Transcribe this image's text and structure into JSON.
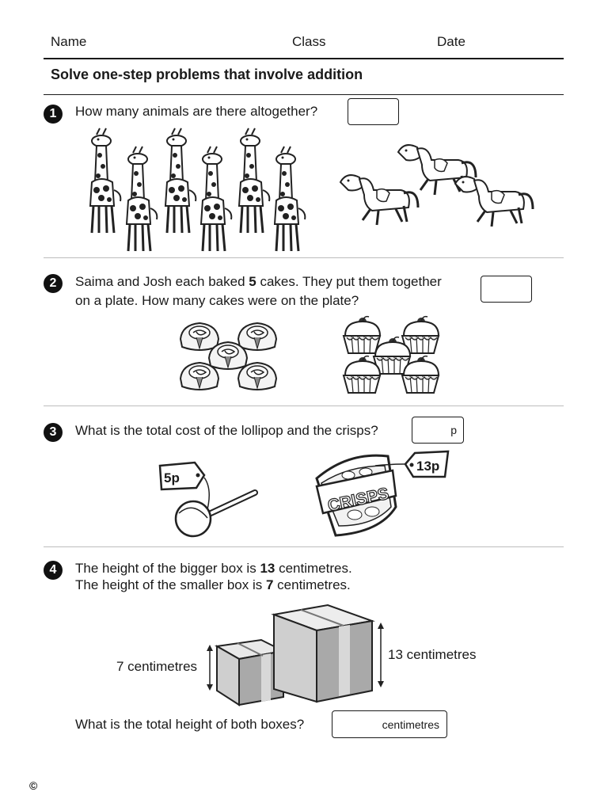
{
  "header": {
    "name_label": "Name",
    "class_label": "Class",
    "date_label": "Date"
  },
  "worksheet_title": "Solve one-step problems that involve addition",
  "questions": [
    {
      "number": "1",
      "text": "How many animals are there altogether?",
      "answer_unit": "",
      "counts": {
        "giraffes": 6,
        "horses": 3
      }
    },
    {
      "number": "2",
      "line1_pre": "Saima and Josh each baked ",
      "line1_bold": "5",
      "line1_post": " cakes.  They put them together",
      "line2": "on a plate. How many cakes were on the plate?",
      "answer_unit": "",
      "counts": {
        "buns": 5,
        "cupcakes": 5
      }
    },
    {
      "number": "3",
      "text": "What is the total cost of the lollipop and the crisps?",
      "answer_unit": "p",
      "lollipop_tag": "5p",
      "crisps_tag": "13p",
      "crisps_label": "CRISPS"
    },
    {
      "number": "4",
      "line1_pre": "The height of the bigger box is ",
      "line1_bold": "13",
      "line1_post": " centimetres.",
      "line2_pre": "The height of the smaller box is ",
      "line2_bold": "7",
      "line2_post": " centimetres.",
      "small_label": "7 centimetres",
      "big_label": "13 centimetres",
      "question": "What is the total height of both boxes?",
      "answer_unit": "centimetres"
    }
  ],
  "footer": {
    "copyright": "©"
  }
}
